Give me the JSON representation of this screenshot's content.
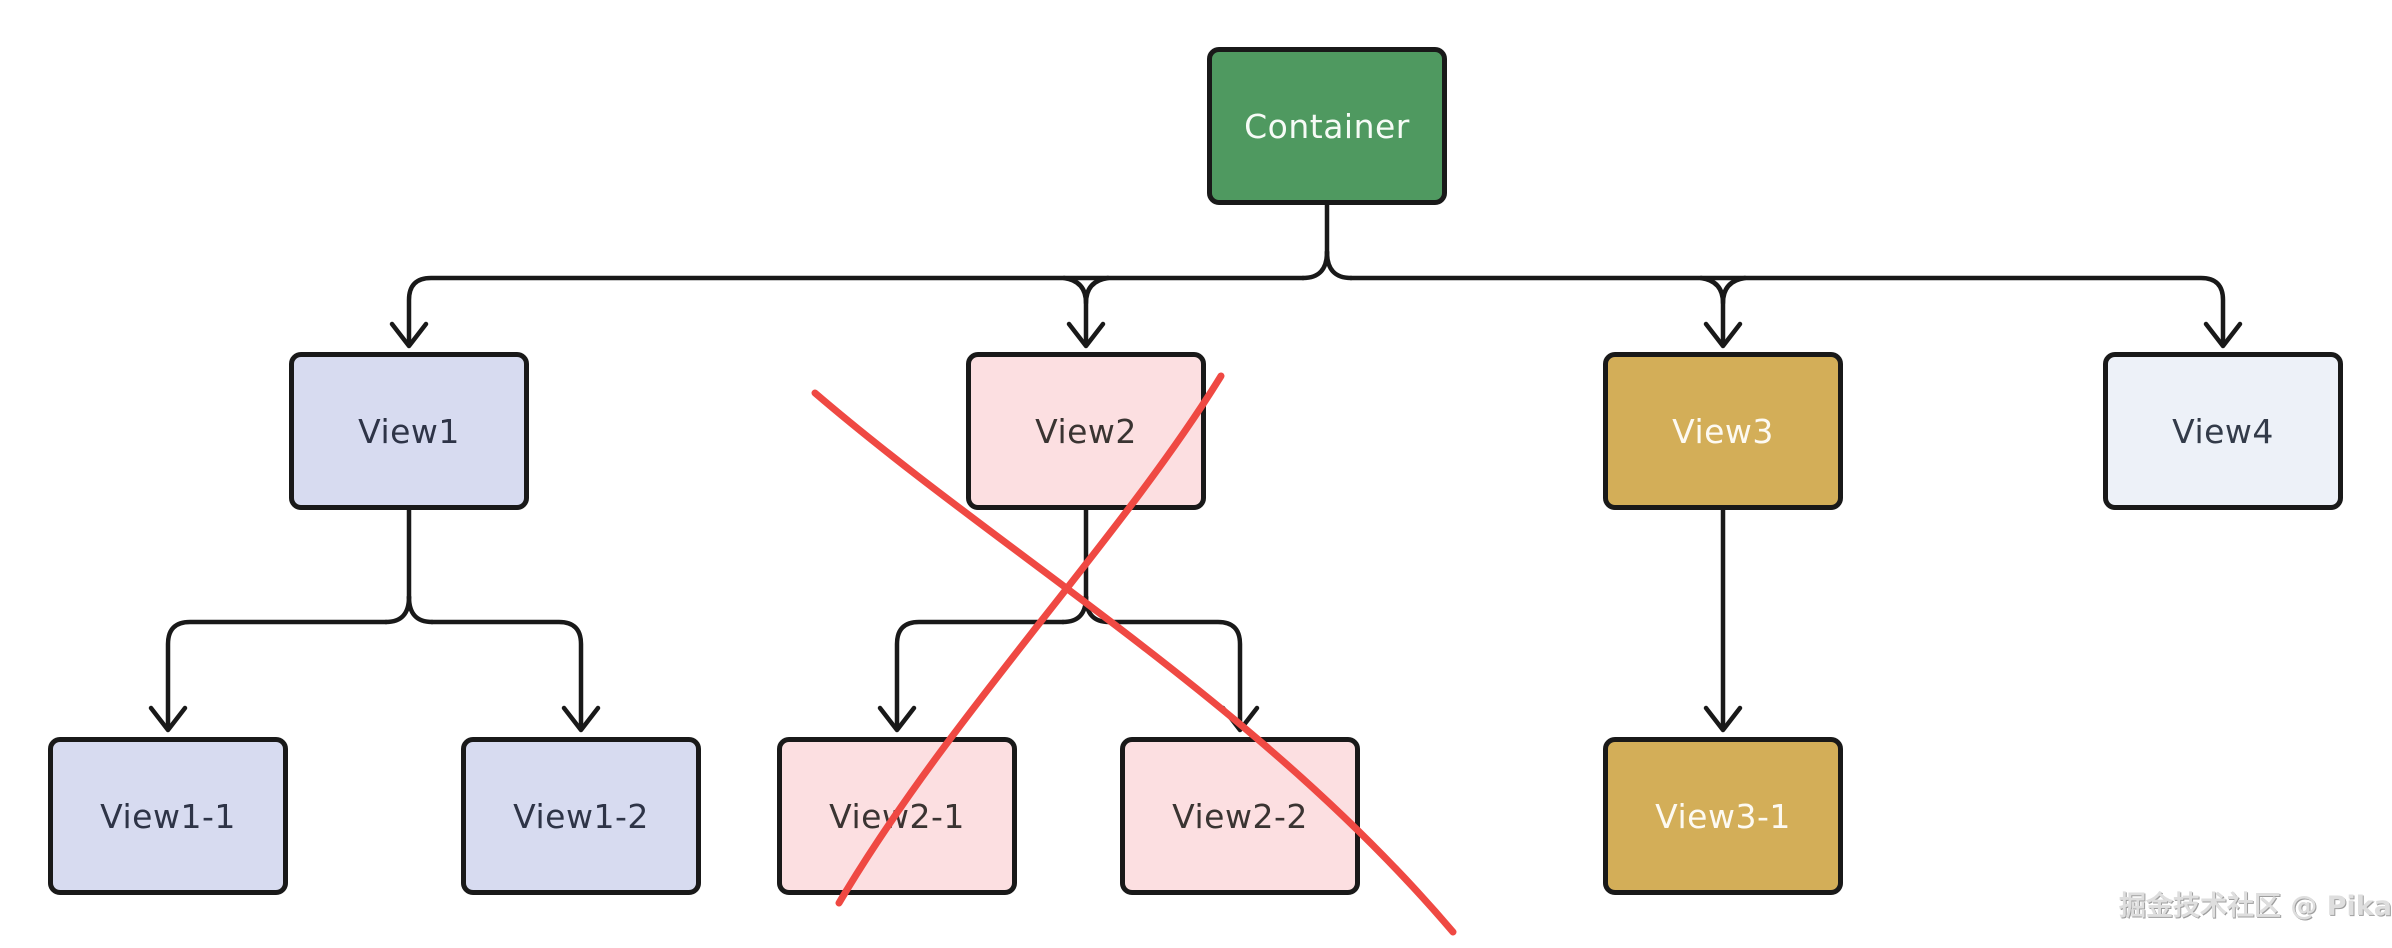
{
  "diagram_type": "view-hierarchy-tree",
  "nodes": {
    "container": {
      "label": "Container",
      "fill": "#4f9960",
      "text": "#f6fbf6"
    },
    "view1": {
      "label": "View1",
      "fill": "#d7dbf0",
      "text": "#2e3447"
    },
    "view2": {
      "label": "View2",
      "fill": "#fcdfe1",
      "text": "#3a3432"
    },
    "view3": {
      "label": "View3",
      "fill": "#d3ae58",
      "text": "#fdfaf2"
    },
    "view4": {
      "label": "View4",
      "fill": "#edf1f8",
      "text": "#333b49"
    },
    "view1_1": {
      "label": "View1-1",
      "fill": "#d7dbf0",
      "text": "#2e3447"
    },
    "view1_2": {
      "label": "View1-2",
      "fill": "#d7dbf0",
      "text": "#2e3447"
    },
    "view2_1": {
      "label": "View2-1",
      "fill": "#fcdfe1",
      "text": "#3a3432"
    },
    "view2_2": {
      "label": "View2-2",
      "fill": "#fcdfe1",
      "text": "#3a3432"
    },
    "view3_1": {
      "label": "View3-1",
      "fill": "#d3ae58",
      "text": "#fdfaf2"
    }
  },
  "edges": [
    {
      "from": "Container",
      "to": "View1"
    },
    {
      "from": "Container",
      "to": "View2"
    },
    {
      "from": "Container",
      "to": "View3"
    },
    {
      "from": "Container",
      "to": "View4"
    },
    {
      "from": "View1",
      "to": "View1-1"
    },
    {
      "from": "View1",
      "to": "View1-2"
    },
    {
      "from": "View2",
      "to": "View2-1"
    },
    {
      "from": "View2",
      "to": "View2-2"
    },
    {
      "from": "View3",
      "to": "View3-1"
    }
  ],
  "annotation": {
    "type": "red-cross-strikethrough",
    "over": "View2 subtree",
    "color": "#ef4943"
  },
  "colors": {
    "connector": "#191919",
    "node_border": "#191919",
    "background": "#ffffff"
  },
  "watermark": {
    "text": "掘金技术社区 @ Pika",
    "color": "#dedede"
  }
}
